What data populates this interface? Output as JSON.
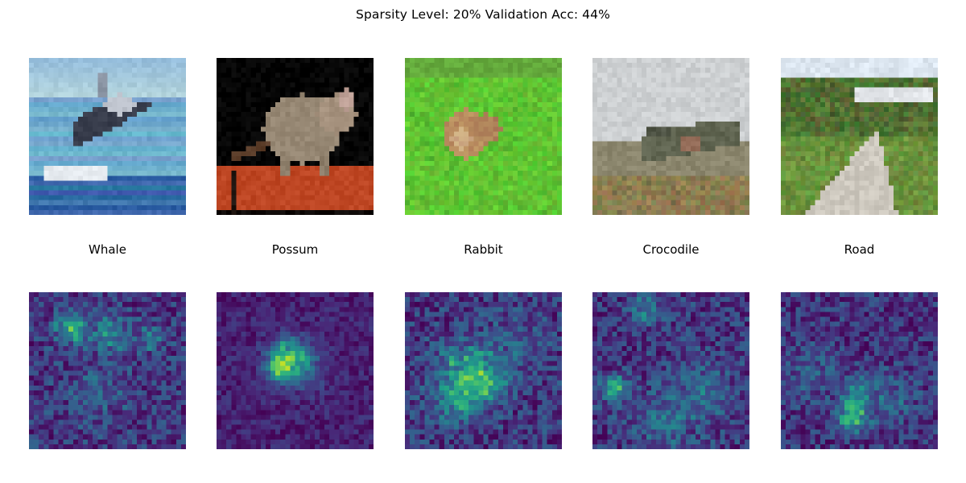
{
  "title": "Sparsity Level: 20% Validation Acc: 44%",
  "colormap": "viridis",
  "panels": [
    {
      "label": "Whale",
      "image": "whale-photo",
      "saliency": "whale-saliency-heatmap"
    },
    {
      "label": "Possum",
      "image": "possum-photo",
      "saliency": "possum-saliency-heatmap"
    },
    {
      "label": "Rabbit",
      "image": "rabbit-photo",
      "saliency": "rabbit-saliency-heatmap"
    },
    {
      "label": "Crocodile",
      "image": "crocodile-photo",
      "saliency": "crocodile-saliency-heatmap"
    },
    {
      "label": "Road",
      "image": "road-photo",
      "saliency": "road-saliency-heatmap"
    }
  ]
}
